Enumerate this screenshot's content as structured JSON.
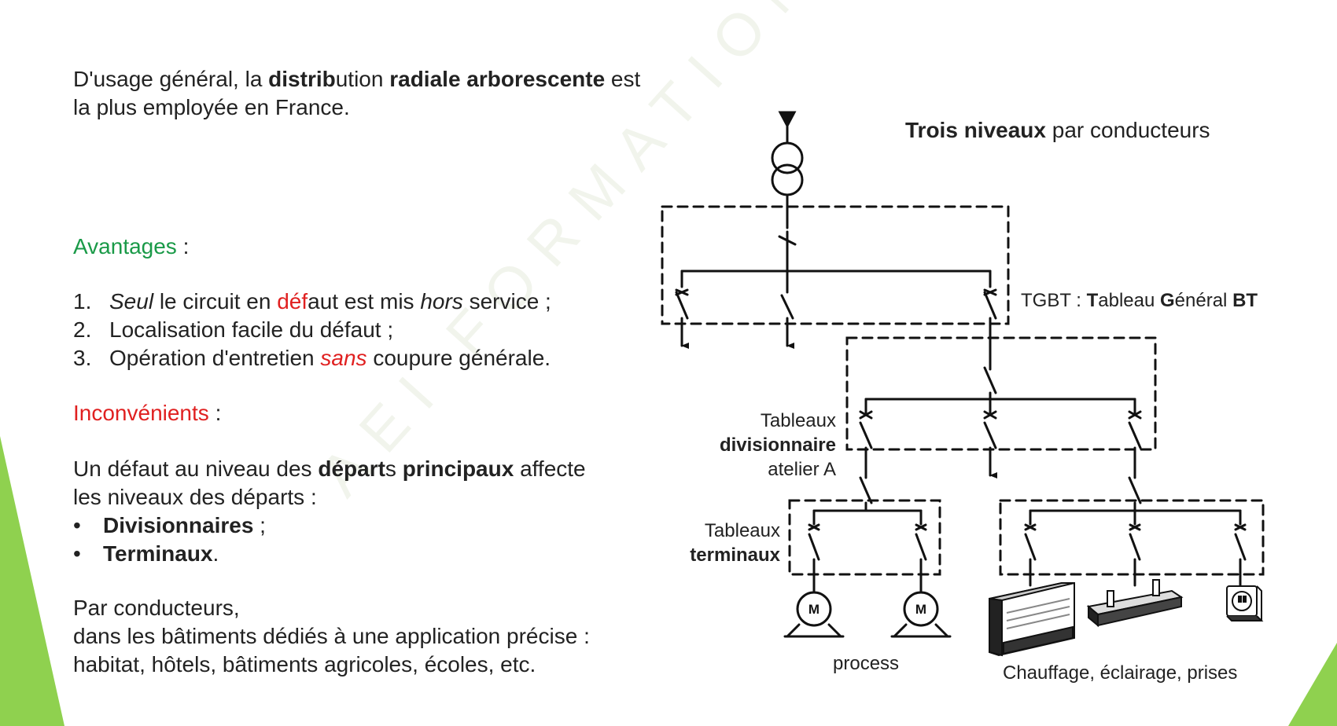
{
  "intro": {
    "l1_a": "D'usage général, la ",
    "l1_b": "distrib",
    "l1_c": "ution ",
    "l1_d": "radiale arborescente",
    "l1_e": " est",
    "l2": "la plus employée en France."
  },
  "avantages": {
    "title": "Avantages",
    "colon": " :",
    "items": [
      {
        "num": "1.",
        "a": "Seul",
        "b": " le circuit en ",
        "c": "déf",
        "d": "aut est mis ",
        "e": "hors",
        "f": " service ;"
      },
      {
        "num": "2.",
        "text": "Localisation facile du défaut ;"
      },
      {
        "num": "3.",
        "a": "Opération d'entretien ",
        "b": "sans",
        "c": " coupure générale."
      }
    ]
  },
  "inconvenients": {
    "title": "Inconvénients",
    "colon": " :",
    "l1_a": "Un défaut au niveau des ",
    "l1_b": "départ",
    "l1_c": "s ",
    "l1_d": "principaux",
    "l1_e": " affecte",
    "l2": "les niveaux des départs :",
    "bullets": [
      {
        "dot": "•",
        "bold": "Divisionnaires",
        "rest": " ;"
      },
      {
        "dot": "•",
        "bold": "Terminaux",
        "rest": "."
      }
    ]
  },
  "par": {
    "l1": "Par conducteurs,",
    "l2": "dans les bâtiments dédiés à une application précise :",
    "l3": "habitat, hôtels, bâtiments agricoles, écoles, etc."
  },
  "diagram": {
    "title_bold": "Trois niveaux",
    "title_rest": " par conducteurs",
    "tgbt": {
      "a": "TGBT : ",
      "b": "T",
      "c": "ableau ",
      "d": "G",
      "e": "énéral ",
      "f": "BT"
    },
    "div": {
      "l1": "Tableaux",
      "l2": "divisionnaire",
      "l3": "atelier A"
    },
    "term": {
      "l1": "Tableaux",
      "l2": "terminaux"
    },
    "motor_label": "M",
    "process": "process",
    "chauffage": "Chauffage, éclairage, prises"
  },
  "watermark": "AEI FORMATION OUEST",
  "colors": {
    "green": "#1a9a48",
    "red": "#e02020",
    "accent_green": "#8fd14f"
  }
}
